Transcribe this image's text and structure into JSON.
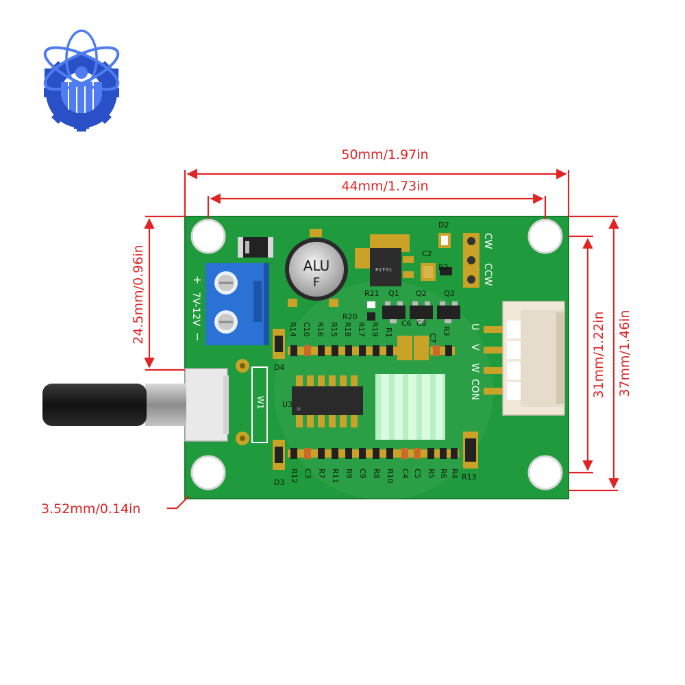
{
  "dimensions": {
    "width_outer": "50mm/1.97in",
    "width_holes": "44mm/1.73in",
    "height_holes_left": "24.5mm/0.96in",
    "height_holes_right": "31mm/1.22in",
    "height_outer": "37mm/1.46in",
    "hole_offset": "3.52mm/0.14in"
  },
  "board": {
    "power_plus": "+",
    "power_range": "7V-12V",
    "power_minus": "−",
    "capacitor_line1": "ALU",
    "capacitor_line2": "F",
    "switch_label": "W1",
    "ic_label": "U3",
    "direction_cw": "CW",
    "direction_ccw": "CCW",
    "conn_pins": [
      "U",
      "V",
      "W",
      "CON"
    ],
    "top_labels": [
      "R14",
      "C10",
      "R16",
      "R15",
      "R18",
      "R17",
      "R19",
      "R1"
    ],
    "right_top_labels": [
      "C6",
      "C8",
      "C7",
      "R3"
    ],
    "q_labels": [
      "Q1",
      "Q2",
      "Q3"
    ],
    "bottom_labels": [
      "R12",
      "C3",
      "R7",
      "R11",
      "R9",
      "C9",
      "R8",
      "R10",
      "C4",
      "C5",
      "R5",
      "R6",
      "R4"
    ],
    "d_labels": [
      "D2",
      "D4",
      "D3"
    ],
    "misc_labels": [
      "R21",
      "R20",
      "R2",
      "C2",
      "R13"
    ],
    "chip_text": "R1T-51"
  },
  "colors": {
    "dimension": "#e02424",
    "pcb": "#1f9a3c",
    "terminal": "#2a72d6",
    "logo": "#2a50c8"
  }
}
